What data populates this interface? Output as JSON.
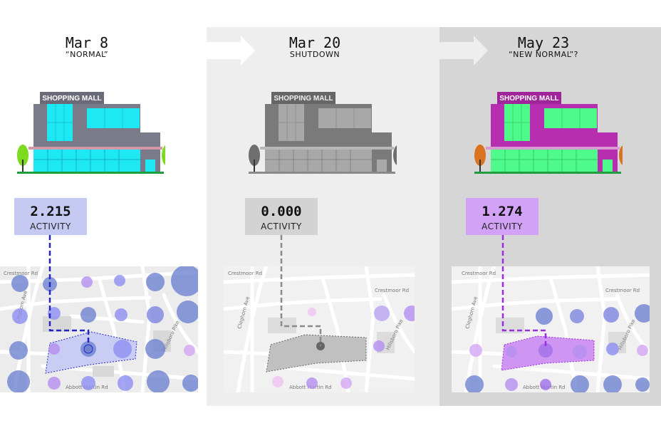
{
  "panels": [
    {
      "date": "Mar 8",
      "subtitle": "“NORMAL”",
      "value": "2.215",
      "label": "ACTIVITY",
      "sign": "SHOPPING MALL"
    },
    {
      "date": "Mar 20",
      "subtitle": "SHUTDOWN",
      "value": "0.000",
      "label": "ACTIVITY",
      "sign": "SHOPPING MALL"
    },
    {
      "date": "May 23",
      "subtitle": "“NEW NORMAL”?",
      "value": "1.274",
      "label": "ACTIVITY",
      "sign": "SHOPPING MALL"
    }
  ],
  "maps": [
    {
      "streets": [
        "Crestmoor Rd",
        "Clegborn Ave",
        "Hillsboro Pike",
        "Abbott Martin Rd"
      ]
    },
    {
      "streets": [
        "Crestmoor Rd",
        "Crestmoor Rd",
        "Cleghorn Ave",
        "Hillsboro Pike",
        "Abbott Martin Rd"
      ]
    },
    {
      "streets": [
        "Crestmoor Rd",
        "Crestmoor Rd",
        "Cleghorn Ave",
        "Hillsboro Pike",
        "Abbott Martin Rd"
      ]
    }
  ],
  "colors": {
    "panel1_bg": "#ffffff",
    "panel2_bg": "#eeeeee",
    "panel3_bg": "#d6d6d6",
    "normal_accent": "#2323c8",
    "shutdown_accent": "#8a8a8a",
    "newnormal_accent": "#9a2de0",
    "normal_glass": "#1fe8f5",
    "newnormal_glass": "#4dfa8a",
    "newnormal_body": "#b72db0",
    "tree_green": "#7ddb1f",
    "tree_orange": "#d9731f"
  },
  "icons": [
    "arrow-right-icon",
    "shopping-mall-icon",
    "tree-icon"
  ]
}
